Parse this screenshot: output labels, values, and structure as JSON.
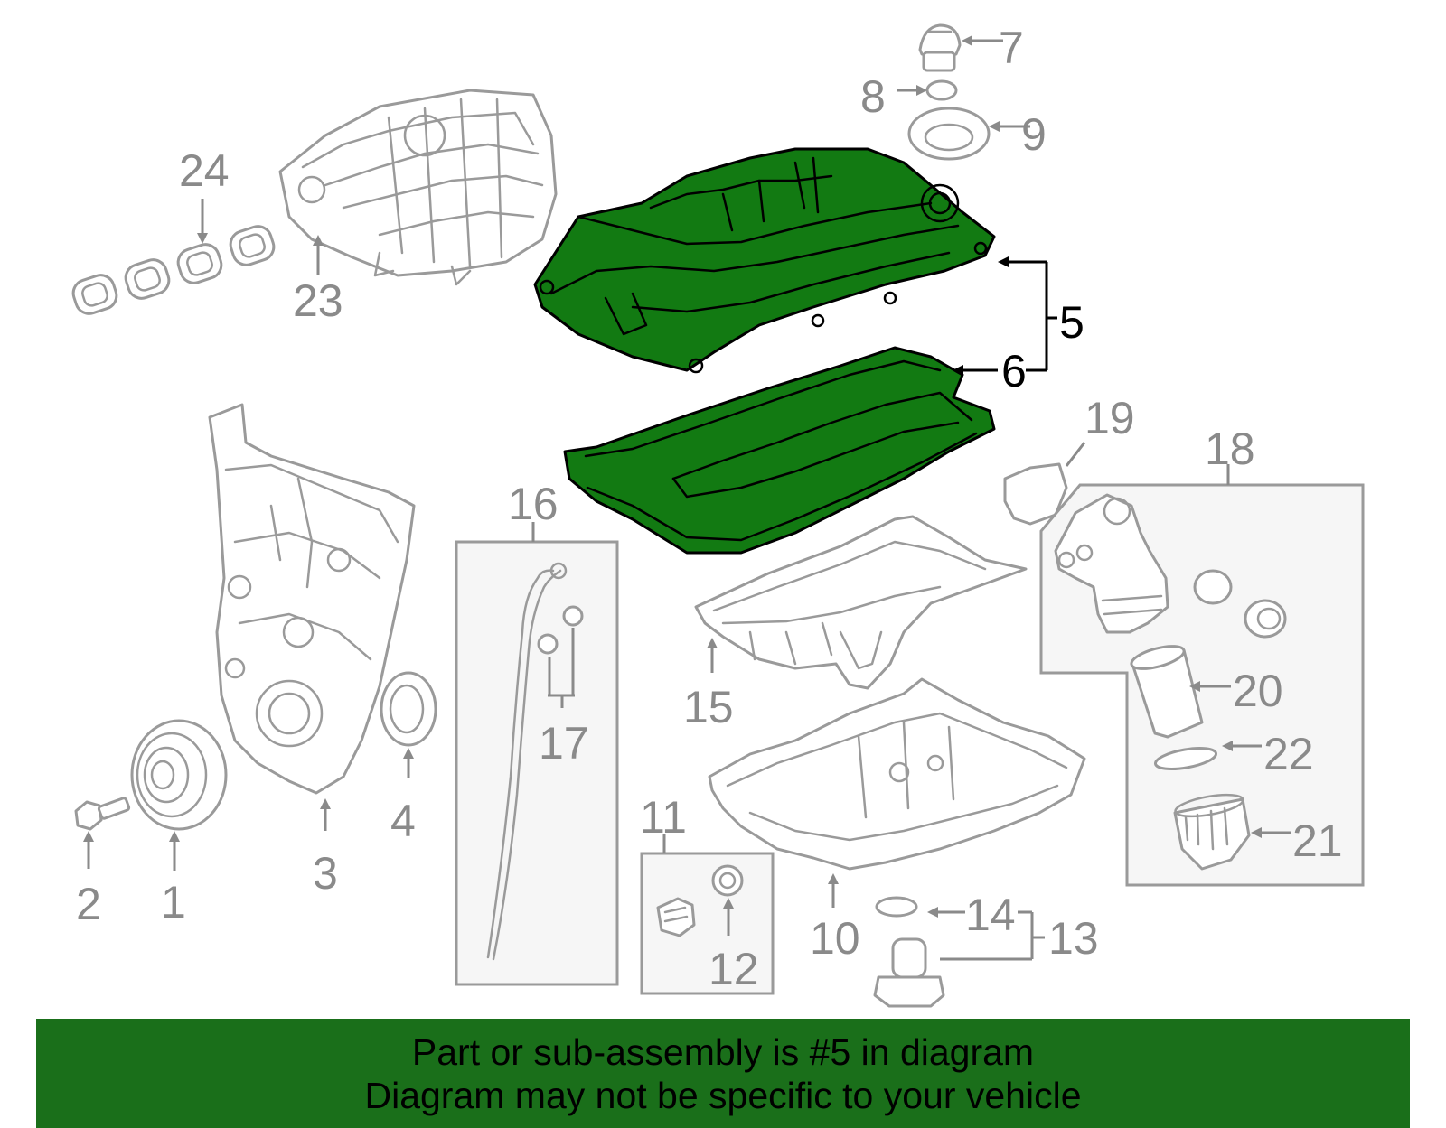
{
  "callouts": {
    "c1": "1",
    "c2": "2",
    "c3": "3",
    "c4": "4",
    "c5": "5",
    "c6": "6",
    "c7": "7",
    "c8": "8",
    "c9": "9",
    "c10": "10",
    "c11": "11",
    "c12": "12",
    "c13": "13",
    "c14": "14",
    "c15": "15",
    "c16": "16",
    "c17": "17",
    "c18": "18",
    "c19": "19",
    "c20": "20",
    "c21": "21",
    "c22": "22",
    "c23": "23",
    "c24": "24"
  },
  "highlight": {
    "parts": [
      "5",
      "6"
    ],
    "fill_color": "#127a12",
    "banner_color": "#1a6f1a"
  },
  "banner": {
    "line1": "Part or sub-assembly is #5 in diagram",
    "line2": "Diagram may not be specific to your vehicle"
  }
}
